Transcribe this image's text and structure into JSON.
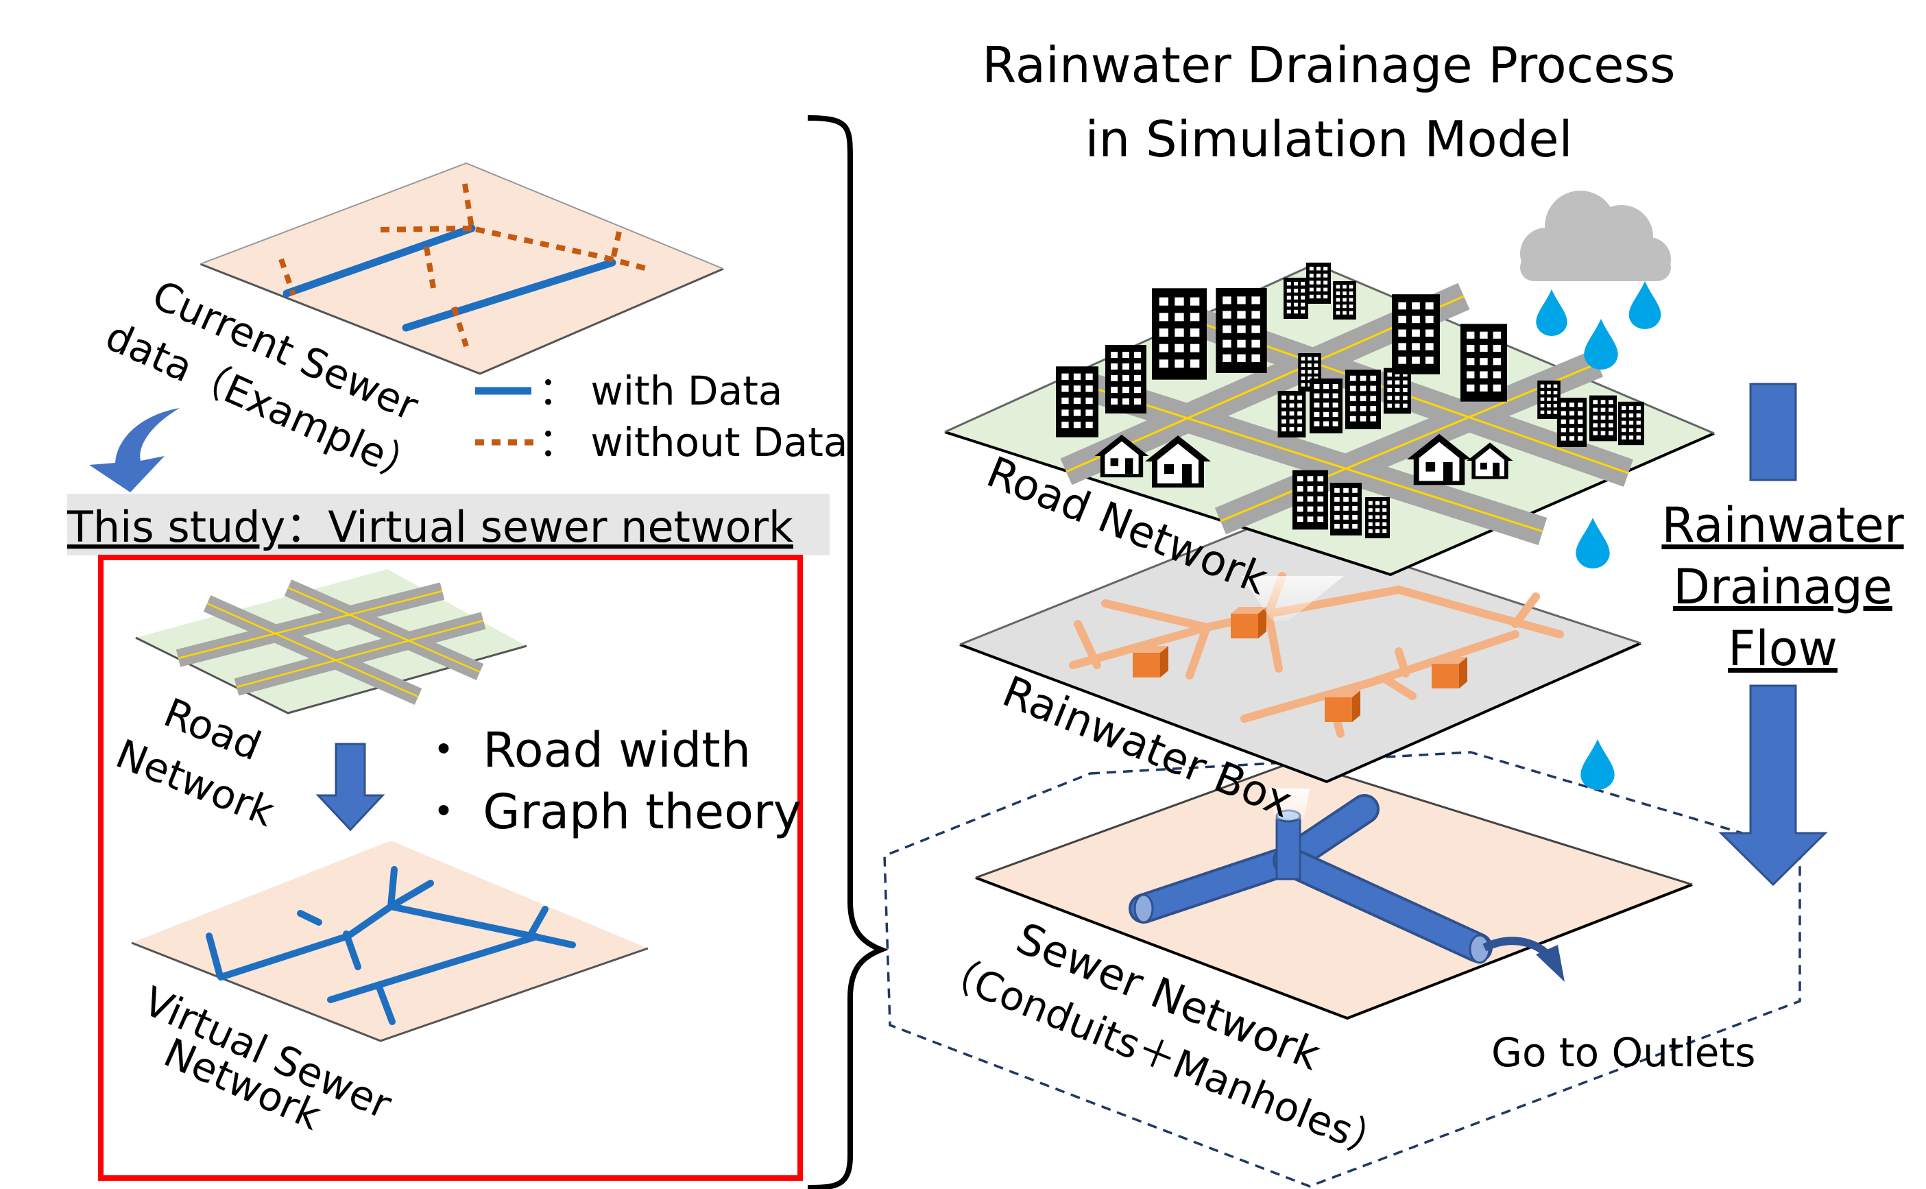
{
  "title": {
    "line1": "Rainwater Drainage Process",
    "line2": "in Simulation Model"
  },
  "left": {
    "current_line1": "Current Sewer",
    "current_line2": "data（Example）",
    "legend_with": "： with Data",
    "legend_without": "： without Data",
    "study_banner": "This study：Virtual sewer network",
    "road_line1": "Road",
    "road_line2": "Network",
    "method_1": "・ Road width",
    "method_2": "・ Graph theory",
    "virtual_line1": "Virtual Sewer",
    "virtual_line2": "Network"
  },
  "right": {
    "road_network": "Road Network",
    "rainwater_box": "Rainwater Box",
    "sewer_line1": "Sewer Network",
    "sewer_line2": "（Conduits＋Manholes）",
    "outlets": "Go to Outlets",
    "flow_line1": "Rainwater",
    "flow_line2": "Drainage",
    "flow_line3": "Flow"
  },
  "colors": {
    "pipe_blue": "#1f6fc1",
    "missing_orange": "#c55a11",
    "study_frame_red": "#ff0000",
    "arrow_blue": "#4472c4",
    "sewer_plane": "#fbe5d6",
    "road_plane": "#e2f0d9",
    "box_plane": "#e0e0e0",
    "rain_drop": "#00a5e8"
  }
}
